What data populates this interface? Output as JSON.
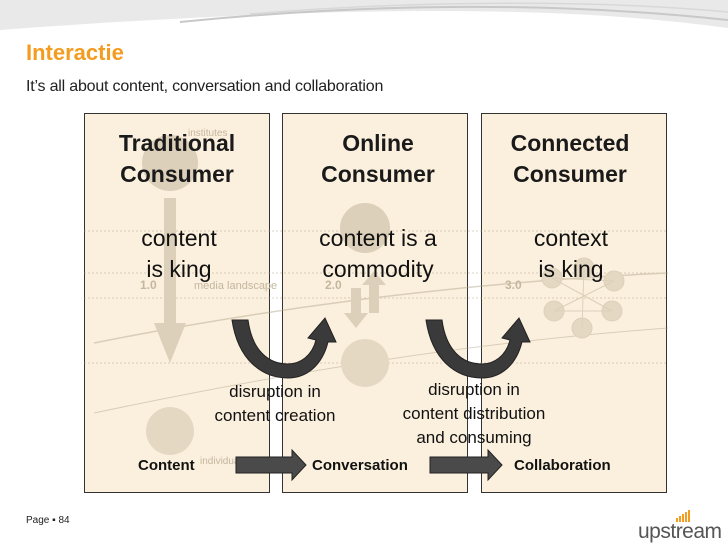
{
  "title": "Interactie",
  "subtitle": "It’s all about content, conversation and collaboration",
  "panels": [
    {
      "heading_line1": "Traditional",
      "heading_line2": "Consumer",
      "slogan_line1": "content",
      "slogan_line2": "is king",
      "footer": "Content"
    },
    {
      "heading_line1": "Online",
      "heading_line2": "Consumer",
      "slogan_line1": "content is a",
      "slogan_line2": "commodity",
      "footer": "Conversation"
    },
    {
      "heading_line1": "Connected",
      "heading_line2": "Consumer",
      "slogan_line1": "context",
      "slogan_line2": "is king",
      "footer": "Collaboration"
    }
  ],
  "disruptions": [
    {
      "line1": "disruption in",
      "line2": "content creation"
    },
    {
      "line1": "disruption in",
      "line2": "content distribution",
      "line3": "and consuming"
    }
  ],
  "background_labels": {
    "top": "institutes",
    "landscape": "media landscape",
    "bottom": "individuals",
    "v1": "1.0",
    "v2": "2.0",
    "v3": "3.0"
  },
  "page_label": "Page",
  "page_number": "84",
  "logo": "upstream",
  "colors": {
    "accent": "#f39c1f",
    "panel": "#fbf0dd",
    "arrow_fill": "#333333"
  }
}
